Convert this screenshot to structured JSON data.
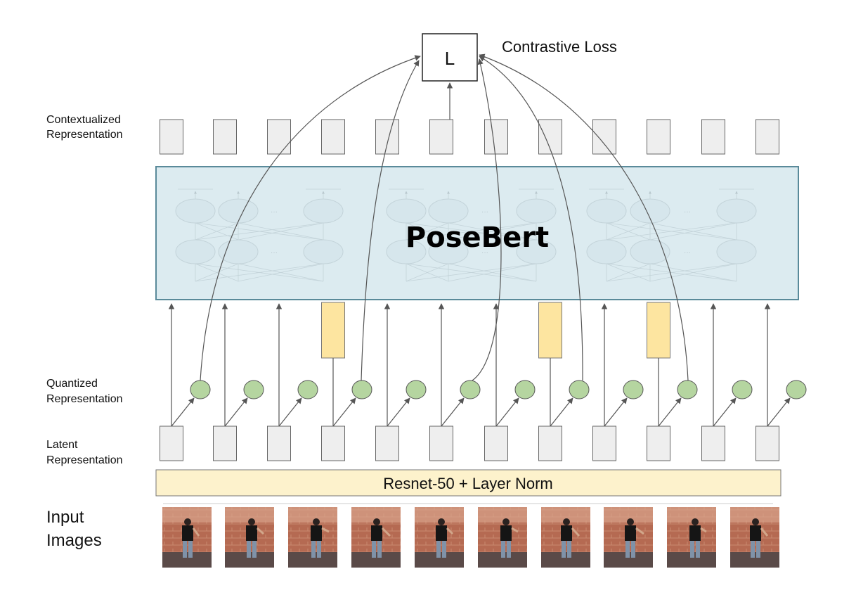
{
  "labels": {
    "loss_box": "L",
    "loss_caption": "Contrastive Loss",
    "contextualized_line1": "Contextualized",
    "contextualized_line2": "Representation",
    "quantized_line1": "Quantized",
    "quantized_line2": "Representation",
    "latent_line1": "Latent",
    "latent_line2": "Representation",
    "posebert": "PoseBert",
    "encoder": "Resnet-50 + Layer Norm",
    "input_line1": "Input",
    "input_line2": "Images"
  },
  "counts": {
    "contextualized_boxes": 12,
    "latent_boxes": 12,
    "quantized_nodes": 12,
    "masked_slots": 3,
    "input_frames": 10
  },
  "colors": {
    "posebert_fill": "#dcebf0",
    "posebert_border": "#5a8a9a",
    "mask_fill": "#fde5a0",
    "quantized_fill": "#b5d5a0",
    "encoder_fill": "#fdf2cc",
    "box_fill": "#eeeeee"
  }
}
